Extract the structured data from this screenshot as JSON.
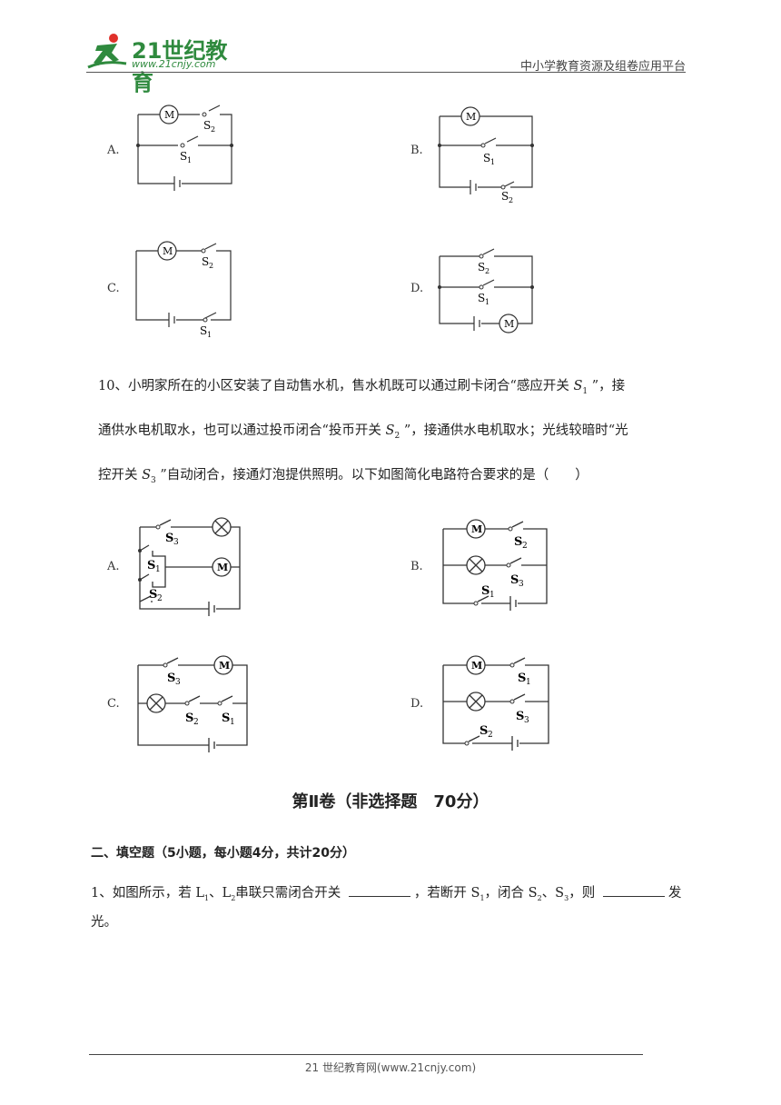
{
  "header": {
    "logo_text": "21世纪教育",
    "logo_sub": "www.21cnjy.com",
    "right_text": "中小学教育资源及组卷应用平台"
  },
  "q9_options": [
    "A.",
    "B.",
    "C.",
    "D."
  ],
  "q10": {
    "line1_a": "10、小明家所在的小区安装了自动售水机，售水机既可以通过刷卡闭合“感应开关",
    "s1": "S",
    "s1_sub": "1",
    "line1_b": "”，接",
    "line2_a": "通供水电机取水，也可以通过投币闭合“投币开关",
    "s2": "S",
    "s2_sub": "2",
    "line2_b": "”，接通供水电机取水；光线较暗时“光",
    "line3_a": "控开关",
    "s3": "S",
    "s3_sub": "3",
    "line3_b": "”自动闭合，接通灯泡提供照明。以下如图简化电路符合要求的是（　　）",
    "options": [
      "A.",
      "B.",
      "C.",
      "D."
    ]
  },
  "section2": {
    "title": "第Ⅱ卷（非选择题　70分）",
    "part_title": "二、填空题（5小题，每小题4分，共计20分）",
    "q1_a": "1、如图所示，若 L",
    "q1_l1sub": "1",
    "q1_b": "、L",
    "q1_l2sub": "2",
    "q1_c": "串联只需闭合开关",
    "q1_d": "，若断开 S",
    "q1_s1sub": "1",
    "q1_e": "，闭合 S",
    "q1_s2sub": "2",
    "q1_f": "、S",
    "q1_s3sub": "3",
    "q1_g": "，则",
    "q1_h": "发",
    "q1_i": "光。"
  },
  "labels": {
    "motor": "M",
    "s": "S",
    "sub1": "1",
    "sub2": "2",
    "sub3": "3"
  },
  "footer": {
    "text": "21 世纪教育网(www.21cnjy.com)"
  }
}
